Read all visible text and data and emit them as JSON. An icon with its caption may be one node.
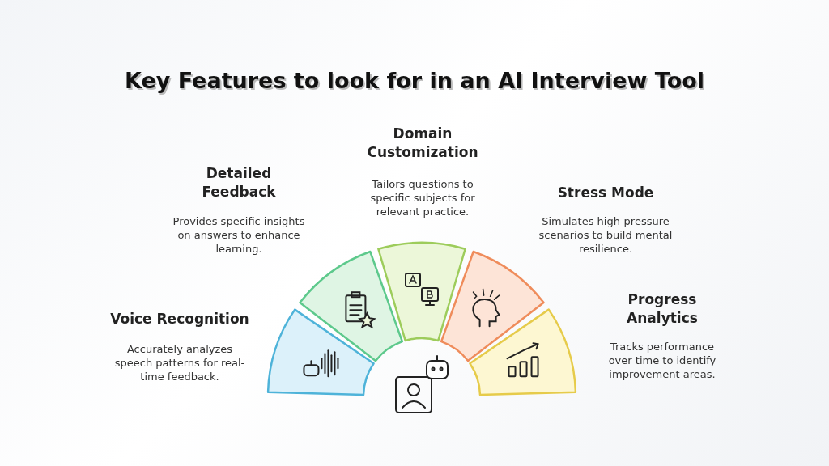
{
  "diagram": {
    "title": "Key Features to look for in an AI Interview Tool",
    "labels": [
      "Voice Recognition",
      "Accurately analyzes speech patterns for real-time feedback.",
      "Detailed Feedback",
      "Provides specific insights on answers to enhance learning.",
      "Domain Customization",
      "Tailors questions to specific subjects for relevant practice.",
      "Stress Mode",
      "Simulates high-pressure scenarios to build mental resilience.",
      "Progress Analytics",
      "Tracks performance over time to identify improvement areas."
    ]
  }
}
